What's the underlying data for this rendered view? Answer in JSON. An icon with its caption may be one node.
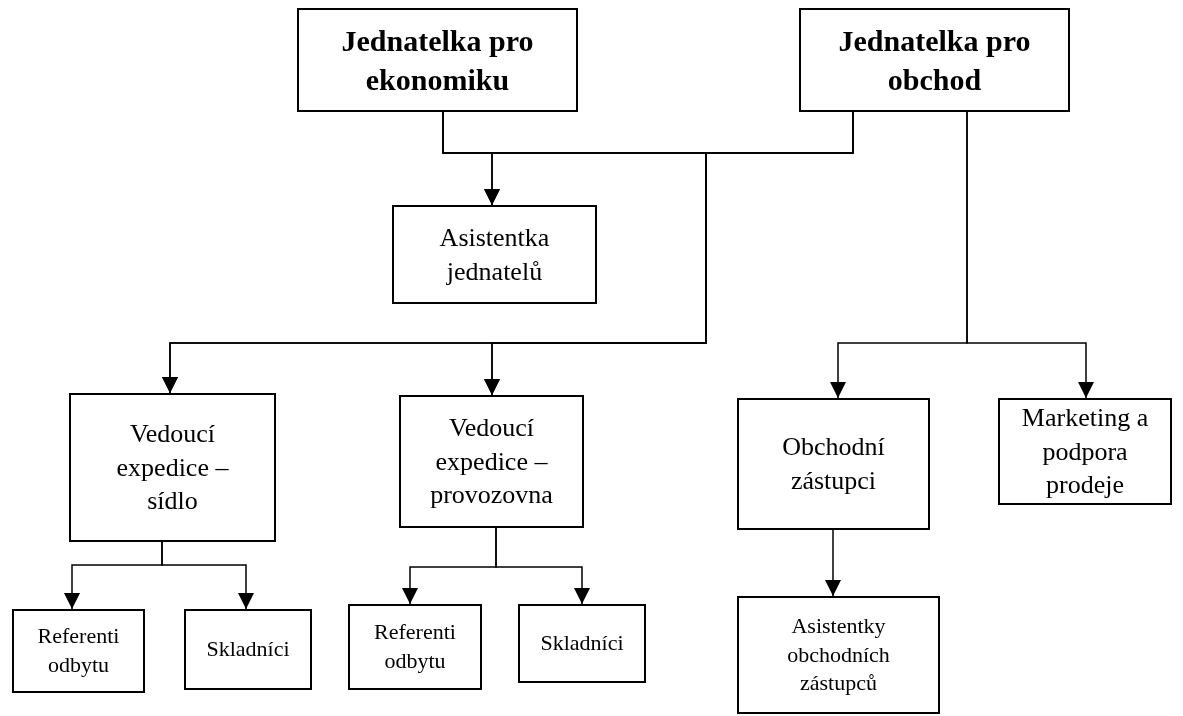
{
  "diagram": {
    "nodes": [
      {
        "text": [
          "Jednatelka pro ekonomiku"
        ]
      },
      {
        "text": [
          "Jednatelka pro obchod"
        ]
      },
      {
        "text": [
          "Asistentka jednatelů"
        ]
      },
      {
        "text": [
          "Vedoucí expedice – sídlo"
        ]
      },
      {
        "text": [
          "Vedoucí expedice – provozovna"
        ]
      },
      {
        "text": [
          "Obchodní zástupci"
        ]
      },
      {
        "text": [
          "Marketing a podpora prodeje"
        ]
      },
      {
        "text": [
          "Referenti odbytu"
        ]
      },
      {
        "text": [
          "Skladníci"
        ]
      },
      {
        "text": [
          "Referenti odbytu"
        ]
      },
      {
        "text": [
          "Skladníci"
        ]
      },
      {
        "text": [
          "Asistentky obchodních zástupců"
        ]
      }
    ],
    "edges": [
      {
        "from": 0,
        "to": 2,
        "arrow": "to"
      },
      {
        "from": 1,
        "to": 2,
        "arrow": "to"
      },
      {
        "from": 0,
        "to": 3,
        "arrow": "to"
      },
      {
        "from": 1,
        "to": 3,
        "arrow": "to"
      },
      {
        "from": 0,
        "to": 4,
        "arrow": "to"
      },
      {
        "from": 1,
        "to": 4,
        "arrow": "to"
      },
      {
        "from": 1,
        "to": 5,
        "arrow": "to"
      },
      {
        "from": 1,
        "to": 6,
        "arrow": "to"
      },
      {
        "from": 3,
        "to": 7,
        "arrow": "to"
      },
      {
        "from": 3,
        "to": 8,
        "arrow": "to"
      },
      {
        "from": 4,
        "to": 9,
        "arrow": "to"
      },
      {
        "from": 4,
        "to": 10,
        "arrow": "to"
      },
      {
        "from": 5,
        "to": 11,
        "arrow": "to"
      }
    ]
  }
}
